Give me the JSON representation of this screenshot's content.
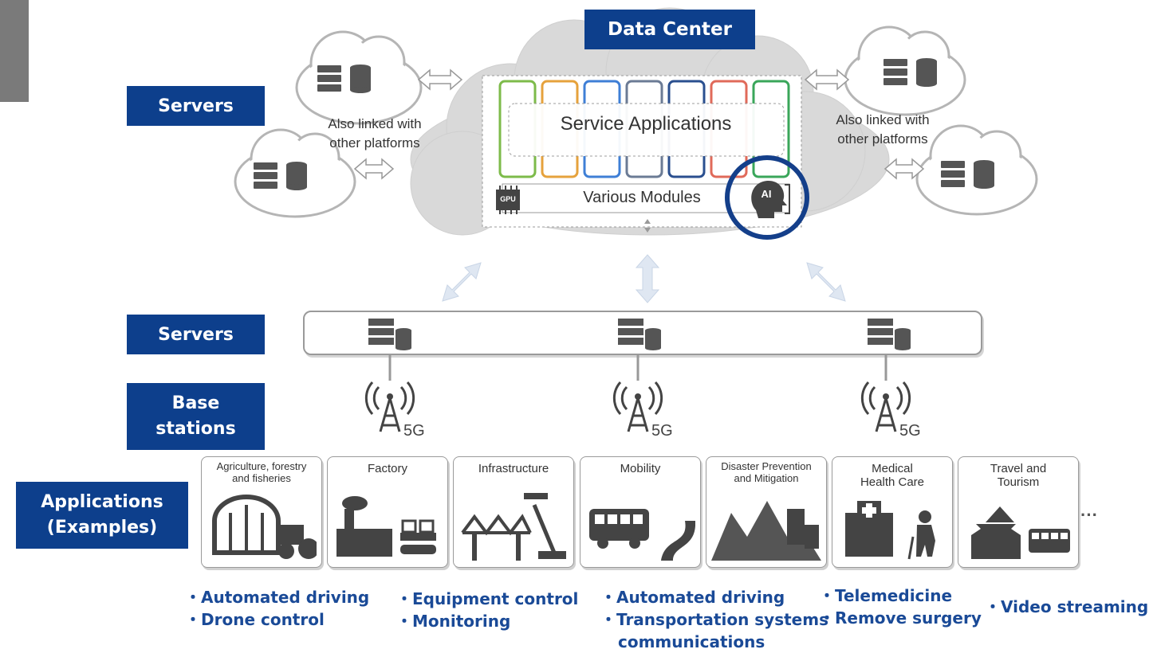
{
  "labels": {
    "data_center": "Data Center",
    "servers_top": "Servers",
    "servers_mid": "Servers",
    "base_stations_line1": "Base",
    "base_stations_line2": "stations",
    "applications_line1": "Applications",
    "applications_line2": "(Examples)"
  },
  "cloud": {
    "service_applications": "Service Applications",
    "various_modules": "Various Modules",
    "gpu": "GPU",
    "ai": "AI",
    "linked_left_line1": "Also linked with",
    "linked_left_line2": "other platforms",
    "linked_right_line1": "Also linked with",
    "linked_right_line2": "other platforms",
    "app_column_colors": [
      "#7dbb4a",
      "#e6a23c",
      "#3f7fd6",
      "#6b7b95",
      "#2a4f8f",
      "#e06a5a",
      "#3aa65a"
    ]
  },
  "base_station_tag": "5G",
  "applications": [
    {
      "label_lines": [
        "Agriculture, forestry",
        "and fisheries"
      ],
      "small": true
    },
    {
      "label_lines": [
        "Factory"
      ],
      "small": false
    },
    {
      "label_lines": [
        "Infrastructure"
      ],
      "small": false
    },
    {
      "label_lines": [
        "Mobility"
      ],
      "small": false
    },
    {
      "label_lines": [
        "Disaster Prevention",
        "and Mitigation"
      ],
      "small": true
    },
    {
      "label_lines": [
        "Medical",
        "Health Care"
      ],
      "small": false
    },
    {
      "label_lines": [
        "Travel and",
        "Tourism"
      ],
      "small": false
    }
  ],
  "ellipsis": "···",
  "use_cases": {
    "group1": [
      "・Automated driving",
      "・Drone control"
    ],
    "group2": [
      "・Equipment control",
      "・Monitoring"
    ],
    "group3": [
      "・Automated driving",
      "・Transportation systems",
      "communications"
    ],
    "group4": [
      "・Telemedicine",
      "・Remove surgery"
    ],
    "group5": [
      "・Video streaming"
    ]
  },
  "colors": {
    "navy": "#0d3f8c",
    "bullet_text": "#1a4a97",
    "ai_circle": "#143f8a",
    "cloud_fill": "#d9d9d9",
    "arrow_fill": "#dfe7f2"
  }
}
